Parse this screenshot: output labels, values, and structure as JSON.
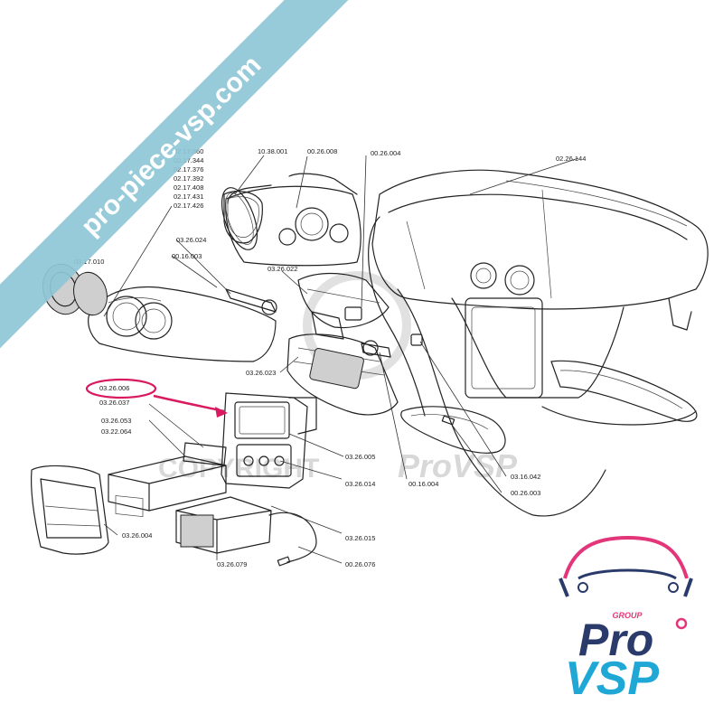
{
  "banner": {
    "text": "pro-piece-vsp.com",
    "color": "#8fc7d6"
  },
  "watermark": {
    "copyright": "COPYRIGHT",
    "brand": "ProVSP"
  },
  "logo": {
    "group": "GROUP",
    "pro": "Pro",
    "vsp": "VSP",
    "colors": {
      "pink": "#e3357a",
      "navy": "#2a3a6a",
      "cyan": "#1fa7d6"
    }
  },
  "highlight": {
    "color": "#d81b60"
  },
  "parts": {
    "p_021736_list": [
      "02.17.360",
      "02.17.344",
      "02.17.376",
      "02.17.392",
      "02.17.408",
      "02.17.431",
      "02.17.426"
    ],
    "p_031700": "03.17.010",
    "p_103800": "10.38.001",
    "p_002600": "00.26.008",
    "p_002604": "00.26.004",
    "p_022614": "02.26.144",
    "p_032624": "03.26.024",
    "p_001600": "00.16.003",
    "p_032622": "03.26.022",
    "p_032623": "03.26.023",
    "p_032606": "03.26.006",
    "p_032637": "03.26.037",
    "p_032653": "03.26.053",
    "p_032264": "03.22.064",
    "p_032605": "03.26.005",
    "p_032614": "03.26.014",
    "p_001604": "00.16.004",
    "p_031642": "03.16.042",
    "p_002603": "00.26.003",
    "p_032604": "03.26.004",
    "p_032615": "03.26.015",
    "p_032679": "03.26.079",
    "p_002676": "00.26.076"
  }
}
